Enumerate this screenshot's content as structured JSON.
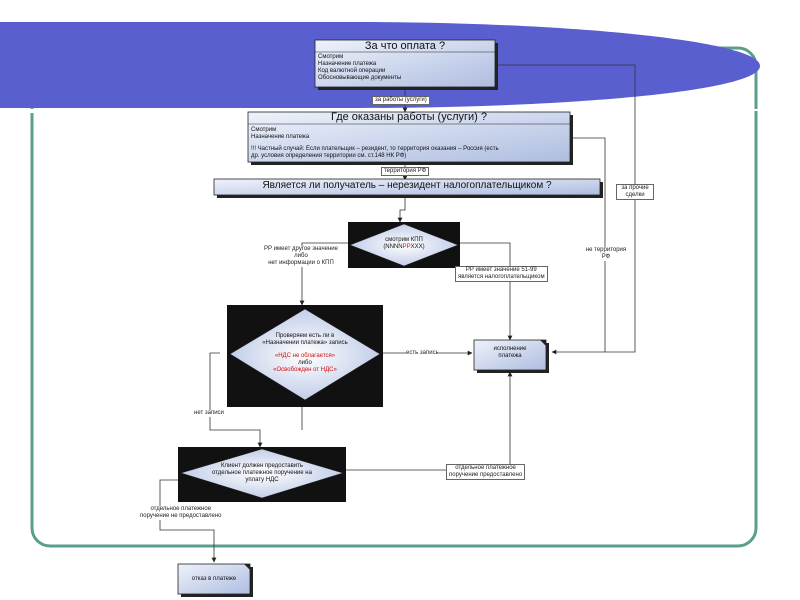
{
  "boxes": {
    "payment": {
      "title": "За что оплата ?",
      "lines": [
        "Смотрим",
        "Назначение платежа",
        "Код валютной операции",
        "Обосновывающие документы"
      ]
    },
    "where": {
      "title": "Где оказаны работы (услуги) ?",
      "lines": [
        "Смотрим",
        "Назначение платежа"
      ],
      "note1": "!!! Частный случай: Если плательщик – резидент, то территория оказания – Россия (есть",
      "note2": "др. условия определения территории см. ст.148 НК РФ)"
    },
    "nonresident": {
      "title": "Является ли получатель – нерезидент налогоплательщиком ?"
    },
    "execution": {
      "line1": "исполнение",
      "line2": "платежа"
    },
    "refusal": {
      "text": "отказ в платеже"
    }
  },
  "diamonds": {
    "kpp": {
      "line1": "смотрим КПП",
      "line2a": "(NNNN",
      "line2b": "РР",
      "line2c": "XXX)"
    },
    "vat": {
      "line1": "Проверяем есть ли в",
      "line2": "«Назначении платежа» запись",
      "line3": "«НДС не облагается»",
      "line4": "либо",
      "line5": "«Освобожден от НДС»"
    },
    "client": {
      "line1": "Клиент должен предоставить",
      "line2": "отдельное платежное поручение на",
      "line3": "уплату НДС"
    }
  },
  "labels": {
    "works": "за работы (услуги)",
    "territory_rf": "территория РФ",
    "other_deals": [
      "за прочие",
      "сделки"
    ],
    "not_territory": [
      "не территория",
      "РФ"
    ],
    "pp_other": [
      "РР имеет другое значение",
      "либо",
      "нет информации о КПП"
    ],
    "pp_51": [
      "РР имеет значение 51-99",
      "является налогоплательщиком"
    ],
    "has_record": "есть запись",
    "no_record": "нет записи",
    "provided": [
      "отдельное платежное",
      "поручение предоставлено"
    ],
    "not_provided": [
      "отдельное платежное",
      "поручение не предоставлено"
    ]
  },
  "colors": {
    "box_fill": "#b8c8e8",
    "box_fill_light": "#dce4f5",
    "ribbon": "#5a5fd0",
    "frame": "#5a9e8e"
  }
}
